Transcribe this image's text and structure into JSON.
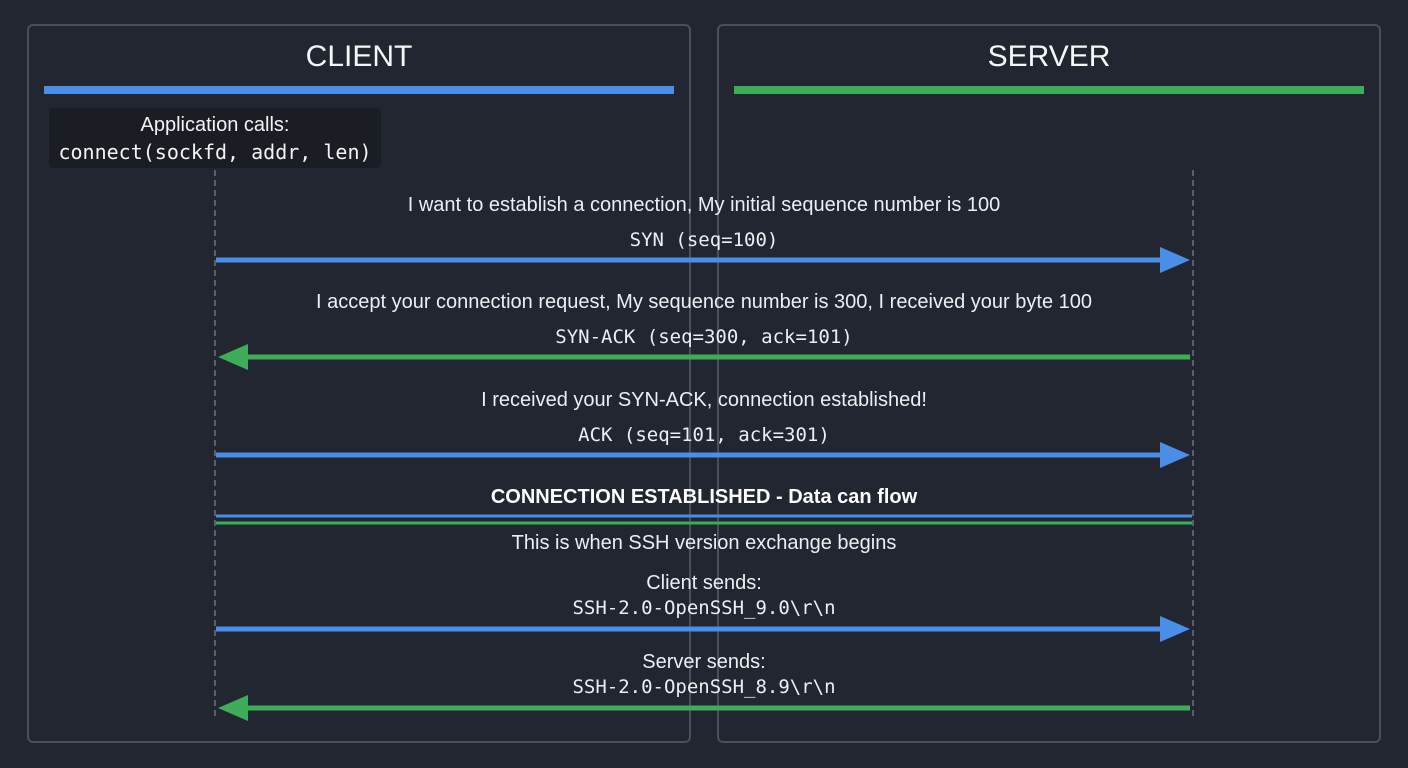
{
  "colors": {
    "client": "#4a8ee8",
    "server": "#3fac5a",
    "background": "#222631"
  },
  "client": {
    "title": "CLIENT",
    "call_label": "Application calls:",
    "call_code": "connect(sockfd, addr, len)"
  },
  "server": {
    "title": "SERVER"
  },
  "messages": [
    {
      "description": "I want to establish a connection, My initial sequence number is 100",
      "packet": "SYN (seq=100)",
      "direction": "client-to-server"
    },
    {
      "description": "I accept your connection request, My sequence number is 300, I received your byte 100",
      "packet": "SYN-ACK (seq=300, ack=101)",
      "direction": "server-to-client"
    },
    {
      "description": "I received your SYN-ACK, connection established!",
      "packet": "ACK (seq=101, ack=301)",
      "direction": "client-to-server"
    }
  ],
  "established": {
    "title": "CONNECTION ESTABLISHED - Data can flow",
    "note": "This is when SSH version exchange begins"
  },
  "ssh_exchange": [
    {
      "label": "Client sends:",
      "version": "SSH-2.0-OpenSSH_9.0\\r\\n",
      "direction": "client-to-server"
    },
    {
      "label": "Server sends:",
      "version": "SSH-2.0-OpenSSH_8.9\\r\\n",
      "direction": "server-to-client"
    }
  ]
}
